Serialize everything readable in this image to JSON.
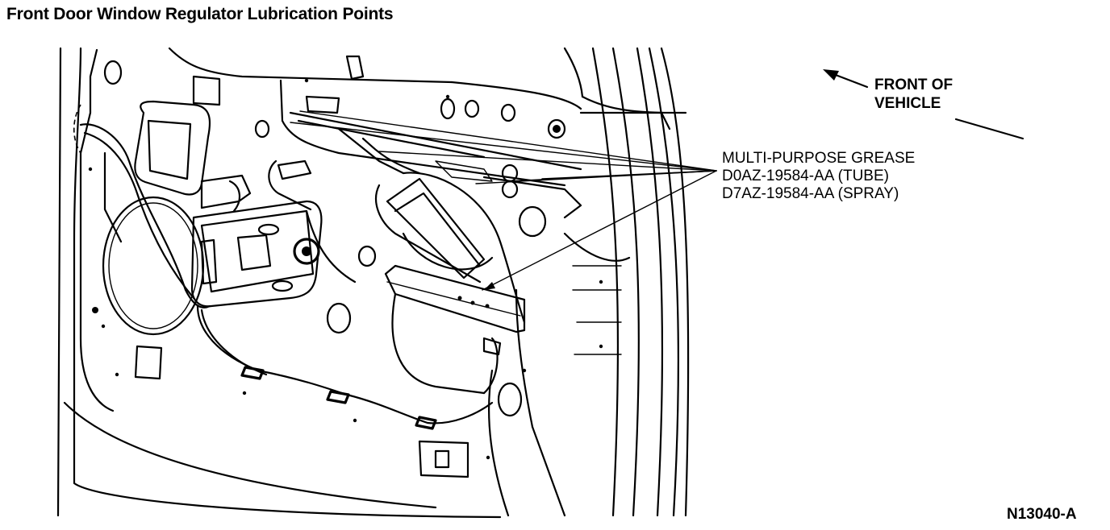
{
  "title": "Front Door Window Regulator Lubrication Points",
  "direction_label": {
    "line1": "FRONT OF",
    "line2": "VEHICLE"
  },
  "lubricant": {
    "line1": "MULTI-PURPOSE GREASE",
    "line2": "D0AZ-19584-AA (TUBE)",
    "line3": "D7AZ-19584-AA (SPRAY)"
  },
  "figure_number": "N13040-A"
}
